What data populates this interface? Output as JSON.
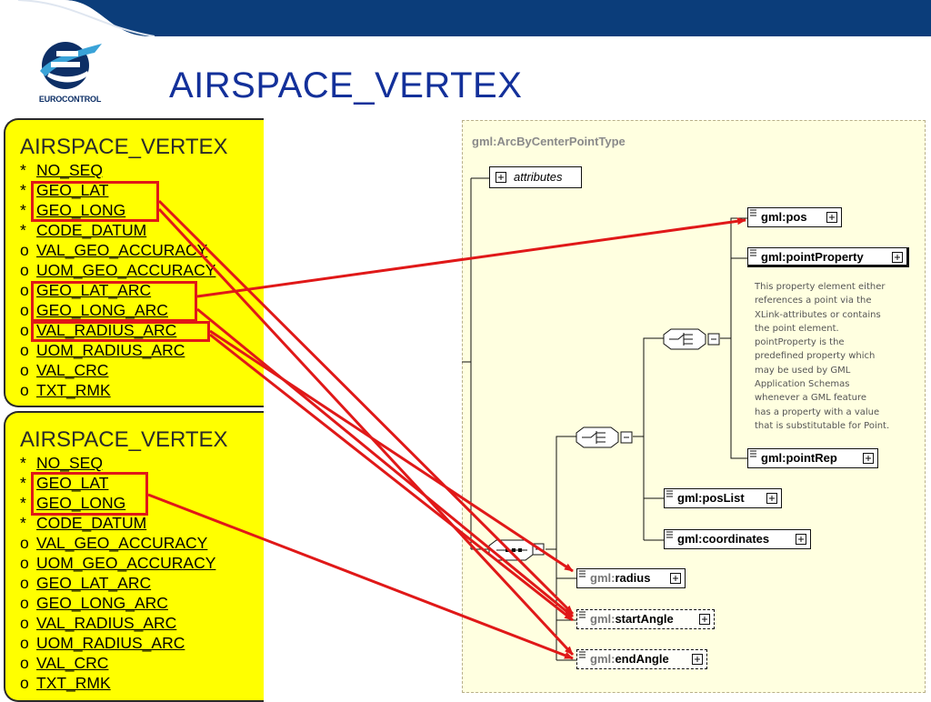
{
  "header": {
    "band_color": "#0b3d7a",
    "logo_label": "EUROCONTROL",
    "title": "AIRSPACE_VERTEX"
  },
  "entities": [
    {
      "title": "AIRSPACE_VERTEX",
      "attributes": [
        {
          "mark": "*",
          "name": "NO_SEQ"
        },
        {
          "mark": "*",
          "name": "GEO_LAT"
        },
        {
          "mark": "*",
          "name": "GEO_LONG"
        },
        {
          "mark": "*",
          "name": "CODE_DATUM"
        },
        {
          "mark": "o",
          "name": "VAL_GEO_ACCURACY"
        },
        {
          "mark": "o",
          "name": "UOM_GEO_ACCURACY"
        },
        {
          "mark": "o",
          "name": "GEO_LAT_ARC"
        },
        {
          "mark": "o",
          "name": "GEO_LONG_ARC"
        },
        {
          "mark": "o",
          "name": "VAL_RADIUS_ARC"
        },
        {
          "mark": "o",
          "name": "UOM_RADIUS_ARC"
        },
        {
          "mark": "o",
          "name": "VAL_CRC"
        },
        {
          "mark": "o",
          "name": "TXT_RMK"
        }
      ]
    },
    {
      "title": "AIRSPACE_VERTEX",
      "attributes": [
        {
          "mark": "*",
          "name": "NO_SEQ"
        },
        {
          "mark": "*",
          "name": "GEO_LAT"
        },
        {
          "mark": "*",
          "name": "GEO_LONG"
        },
        {
          "mark": "*",
          "name": "CODE_DATUM"
        },
        {
          "mark": "o",
          "name": "VAL_GEO_ACCURACY"
        },
        {
          "mark": "o",
          "name": "UOM_GEO_ACCURACY"
        },
        {
          "mark": "o",
          "name": "GEO_LAT_ARC"
        },
        {
          "mark": "o",
          "name": "GEO_LONG_ARC"
        },
        {
          "mark": "o",
          "name": "VAL_RADIUS_ARC"
        },
        {
          "mark": "o",
          "name": "UOM_RADIUS_ARC"
        },
        {
          "mark": "o",
          "name": "VAL_CRC"
        },
        {
          "mark": "o",
          "name": "TXT_RMK"
        }
      ]
    }
  ],
  "schema": {
    "type_name": "gml:ArcByCenterPointType",
    "attributes_label": "attributes",
    "elements": {
      "pos": {
        "prefix": "gml:",
        "name": "pos"
      },
      "point_property": {
        "prefix": "gml:",
        "name": "pointProperty"
      },
      "point_rep": {
        "prefix": "gml:",
        "name": "pointRep"
      },
      "pos_list": {
        "prefix": "gml:",
        "name": "posList"
      },
      "coordinates": {
        "prefix": "gml:",
        "name": "coordinates"
      },
      "radius": {
        "prefix": "gml:",
        "name": "radius"
      },
      "start_angle": {
        "prefix": "gml:",
        "name": "startAngle"
      },
      "end_angle": {
        "prefix": "gml:",
        "name": "endAngle"
      }
    },
    "point_property_doc": "This property element either\nreferences a point via the\nXLink-attributes or contains\nthe point element.\npointProperty is the\npredefined property which\nmay be used by GML\nApplication Schemas\nwhenever a GML feature\nhas a property with a value\nthat is substitutable for Point."
  },
  "colors": {
    "highlight": "#e01818",
    "entity_fill": "#ffff00",
    "schema_fill": "#ffffe0"
  }
}
